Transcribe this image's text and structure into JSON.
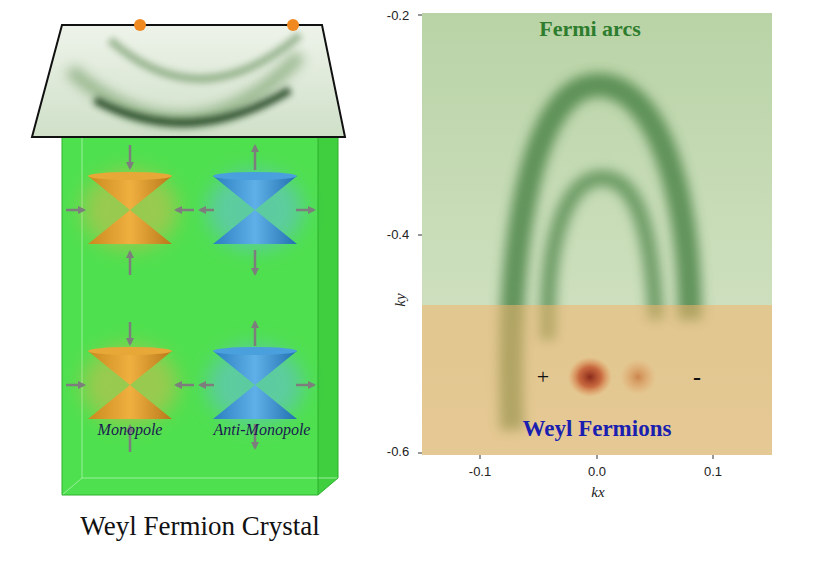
{
  "diagram": {
    "caption": "Weyl Fermion Crystal",
    "nodes": [
      {
        "text": [
          "Monopole",
          "Anti-Monopole"
        ]
      },
      {
        "text": [
          "Fermi arcs"
        ]
      },
      {
        "text": [
          "+",
          "-",
          "Weyl Fermions"
        ],
        "in": 1
      }
    ],
    "labels": [
      "-0.2",
      "-0.4",
      "-0.6",
      "ky",
      "-0.1",
      "0.0",
      "0.1",
      "kx"
    ]
  }
}
